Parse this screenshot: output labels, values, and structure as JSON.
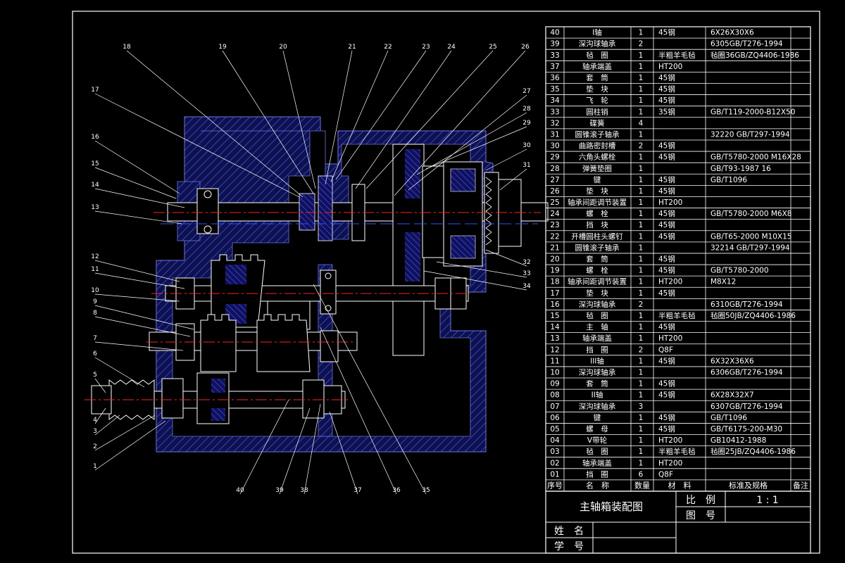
{
  "drawing": {
    "title": "主轴箱装配图",
    "scale_label": "比　例",
    "scale_value": "1 : 1",
    "drawing_no_label": "图　号",
    "name_label": "姓　名",
    "student_no_label": "学　号"
  },
  "bom_header": [
    "序号",
    "名　称",
    "数量",
    "材　料",
    "标准及规格",
    "备注"
  ],
  "bom_rows": [
    [
      "40",
      "I轴",
      "1",
      "45钢",
      "6X26X30X6"
    ],
    [
      "39",
      "深沟球轴承",
      "2",
      "",
      "6305GB/T276-1994"
    ],
    [
      "33",
      "毡　圈",
      "1",
      "半粗羊毛毡",
      "毡圈36GB/ZQ4406-1986"
    ],
    [
      "37",
      "轴承端盖",
      "1",
      "HT200",
      ""
    ],
    [
      "36",
      "套　筒",
      "1",
      "45钢",
      ""
    ],
    [
      "35",
      "垫　块",
      "1",
      "45钢",
      ""
    ],
    [
      "34",
      "飞　轮",
      "1",
      "45钢",
      ""
    ],
    [
      "33",
      "圆柱销",
      "1",
      "35钢",
      "GB/T119-2000-B12X50"
    ],
    [
      "32",
      "碟簧",
      "4",
      "",
      ""
    ],
    [
      "31",
      "圆锥滚子轴承",
      "1",
      "",
      "32220 GB/T297-1994"
    ],
    [
      "30",
      "曲路密封槽",
      "2",
      "45钢",
      ""
    ],
    [
      "29",
      "六角头螺栓",
      "1",
      "45钢",
      "GB/T5780-2000 M16X28"
    ],
    [
      "28",
      "弹簧垫圈",
      "1",
      "",
      "GB/T93-1987 16"
    ],
    [
      "27",
      "键",
      "1",
      "45钢",
      "GB/T1096"
    ],
    [
      "26",
      "垫　块",
      "1",
      "45钢",
      ""
    ],
    [
      "25",
      "轴承间距调节装置",
      "1",
      "HT200",
      ""
    ],
    [
      "24",
      "螺　栓",
      "1",
      "45钢",
      "GB/T5780-2000 M6X8"
    ],
    [
      "23",
      "挡　块",
      "1",
      "45钢",
      ""
    ],
    [
      "22",
      "开槽圆柱头螺钉",
      "1",
      "45钢",
      "GB/T65-2000 M10X15"
    ],
    [
      "21",
      "圆锥滚子轴承",
      "1",
      "",
      "32214 GB/T297-1994"
    ],
    [
      "20",
      "套　筒",
      "1",
      "45钢",
      ""
    ],
    [
      "19",
      "螺　栓",
      "1",
      "45钢",
      "GB/T5780-2000"
    ],
    [
      "18",
      "轴承间距调节装置",
      "1",
      "HT200",
      "M8X12"
    ],
    [
      "17",
      "垫　块",
      "1",
      "45钢",
      ""
    ],
    [
      "16",
      "深沟球轴承",
      "2",
      "",
      "6310GB/T276-1994"
    ],
    [
      "15",
      "毡　圈",
      "1",
      "半粗羊毛毡",
      "毡圈50JB/ZQ4406-1986"
    ],
    [
      "14",
      "主　轴",
      "1",
      "45钢",
      ""
    ],
    [
      "13",
      "轴承端盖",
      "1",
      "HT200",
      ""
    ],
    [
      "12",
      "挡　圈",
      "2",
      "Q8F",
      ""
    ],
    [
      "11",
      "III轴",
      "1",
      "45钢",
      "6X32X36X6"
    ],
    [
      "10",
      "深沟球轴承",
      "1",
      "",
      "6306GB/T276-1994"
    ],
    [
      "09",
      "套　筒",
      "1",
      "45钢",
      ""
    ],
    [
      "08",
      "II轴",
      "1",
      "45钢",
      "6X28X32X7"
    ],
    [
      "07",
      "深沟球轴承",
      "3",
      "",
      "6307GB/T276-1994"
    ],
    [
      "06",
      "键",
      "1",
      "45钢",
      "GB/T1096"
    ],
    [
      "05",
      "螺　母",
      "1",
      "45钢",
      "GB/T6175-200-M30"
    ],
    [
      "04",
      "V带轮",
      "1",
      "HT200",
      "GB10412-1988"
    ],
    [
      "03",
      "毡　圈",
      "1",
      "半粗羊毛毡",
      "毡圈25JB/ZQ4406-1986"
    ],
    [
      "02",
      "轴承端盖",
      "1",
      "HT200",
      ""
    ],
    [
      "01",
      "挡　圈",
      "6",
      "Q8F",
      ""
    ]
  ],
  "balloons_top": [
    "18",
    "19",
    "20",
    "21",
    "22",
    "23",
    "24",
    "25",
    "26"
  ],
  "balloons_left": [
    "17",
    "16",
    "15",
    "14",
    "13",
    "12",
    "11",
    "10",
    "9",
    "8",
    "7",
    "6",
    "5",
    "4",
    "3",
    "2",
    "1"
  ],
  "balloons_right": [
    "27",
    "28",
    "29",
    "30",
    "31",
    "32",
    "33",
    "34"
  ],
  "balloons_bottom": [
    "40",
    "39",
    "38",
    "37",
    "36",
    "35"
  ],
  "colors": {
    "background": "#000000",
    "border": "#ffffff",
    "housing_hatch": "#1a237e",
    "housing_edge": "#3949ab",
    "centerline": "#ff2020",
    "section_fill": "#2a2a8a",
    "leader": "#ffffff"
  }
}
